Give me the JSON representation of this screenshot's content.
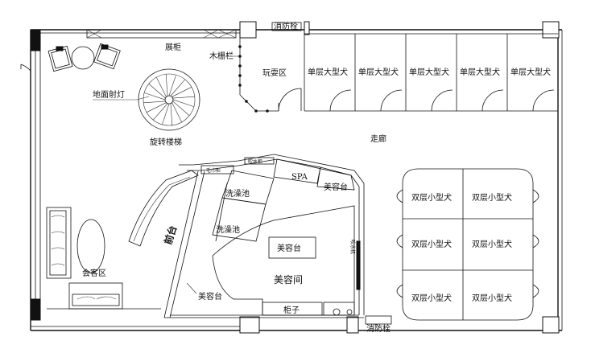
{
  "labels": {
    "fire_hydrant_top": "消防栓",
    "fire_hydrant_bottom": "消防栓",
    "display_cabinet": "展柜",
    "wood_fence": "木栅栏",
    "play_area": "玩耍区",
    "floor_spotlight": "地面射灯",
    "spiral_staircase": "旋转楼梯",
    "corridor": "走廊",
    "spa": "SPA",
    "grooming_table_small": "美容台",
    "grooming_table_center": "美容台",
    "grooming_table_left": "美容台",
    "grooming_room": "美容间",
    "wash_pool_1": "洗澡池",
    "wash_pool_2": "洗澡池",
    "reception_desk": "前台",
    "lounge_area": "会客区",
    "cabinet": "柜子",
    "dryer_vertical": "吹水机",
    "towel_cabinet": "毛巾柜",
    "dryer_cabinet": "吹水柜"
  },
  "large_dog_kennels": [
    "单层大型犬",
    "单层大型犬",
    "单层大型犬",
    "单层大型犬",
    "单层大型犬"
  ],
  "small_dog_kennels": [
    "双层小型犬",
    "双层小型犬",
    "双层小型犬",
    "双层小型犬",
    "双层小型犬",
    "双层小型犬"
  ],
  "colors": {
    "line": "#111111",
    "background": "#ffffff"
  }
}
